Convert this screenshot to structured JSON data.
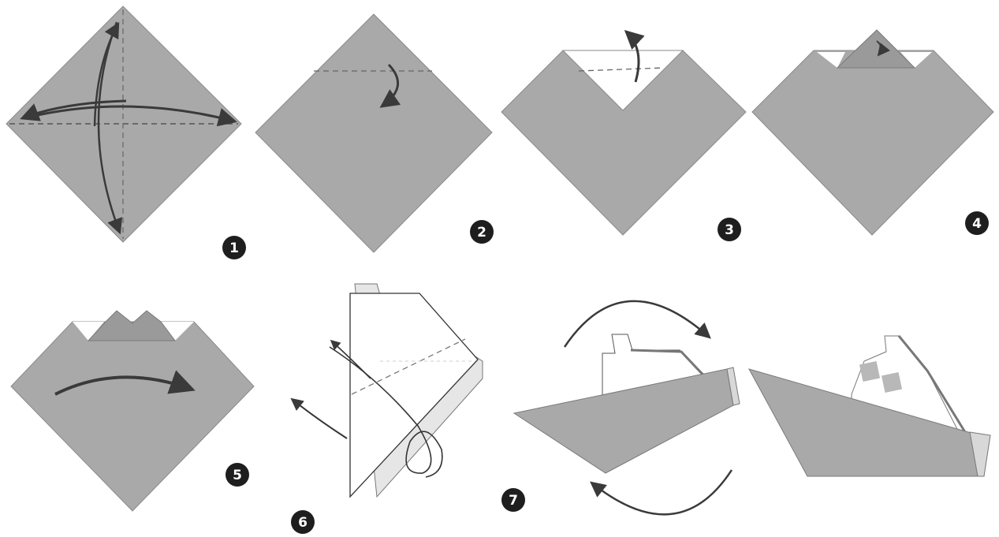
{
  "colors": {
    "paper": "#a9a9a9",
    "paper_dark": "#8f8f8f",
    "white_side": "#ffffff",
    "stroke": "#5a5a5a",
    "arrow": "#3a3a3a",
    "badge": "#1e1e1e"
  },
  "steps": [
    {
      "number": "1"
    },
    {
      "number": "2"
    },
    {
      "number": "3"
    },
    {
      "number": "4"
    },
    {
      "number": "5"
    },
    {
      "number": "6"
    },
    {
      "number": "7"
    }
  ]
}
